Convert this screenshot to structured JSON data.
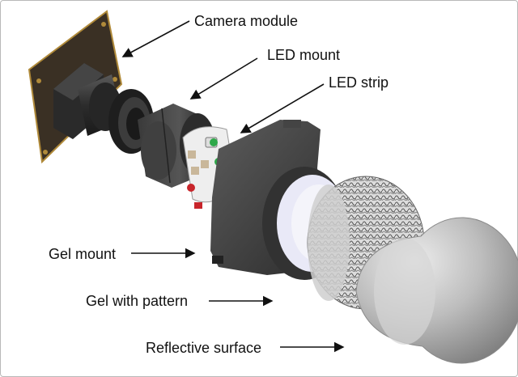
{
  "labels": {
    "camera_module": "Camera module",
    "led_mount": "LED mount",
    "led_strip": "LED strip",
    "gel_mount": "Gel mount",
    "gel_with_pattern": "Gel with pattern",
    "reflective_surface": "Reflective surface"
  },
  "colors": {
    "background": "#ffffff",
    "pcb": "#3a3024",
    "pcb_edge": "#b08a3a",
    "body_dark": "#3b3b3b",
    "housing": "#4a4a4a",
    "led_green": "#2fa84a",
    "led_red": "#c8252b",
    "gel_white": "#eeeeee",
    "dome": "#c7c7c7",
    "arrow": "#111111"
  }
}
